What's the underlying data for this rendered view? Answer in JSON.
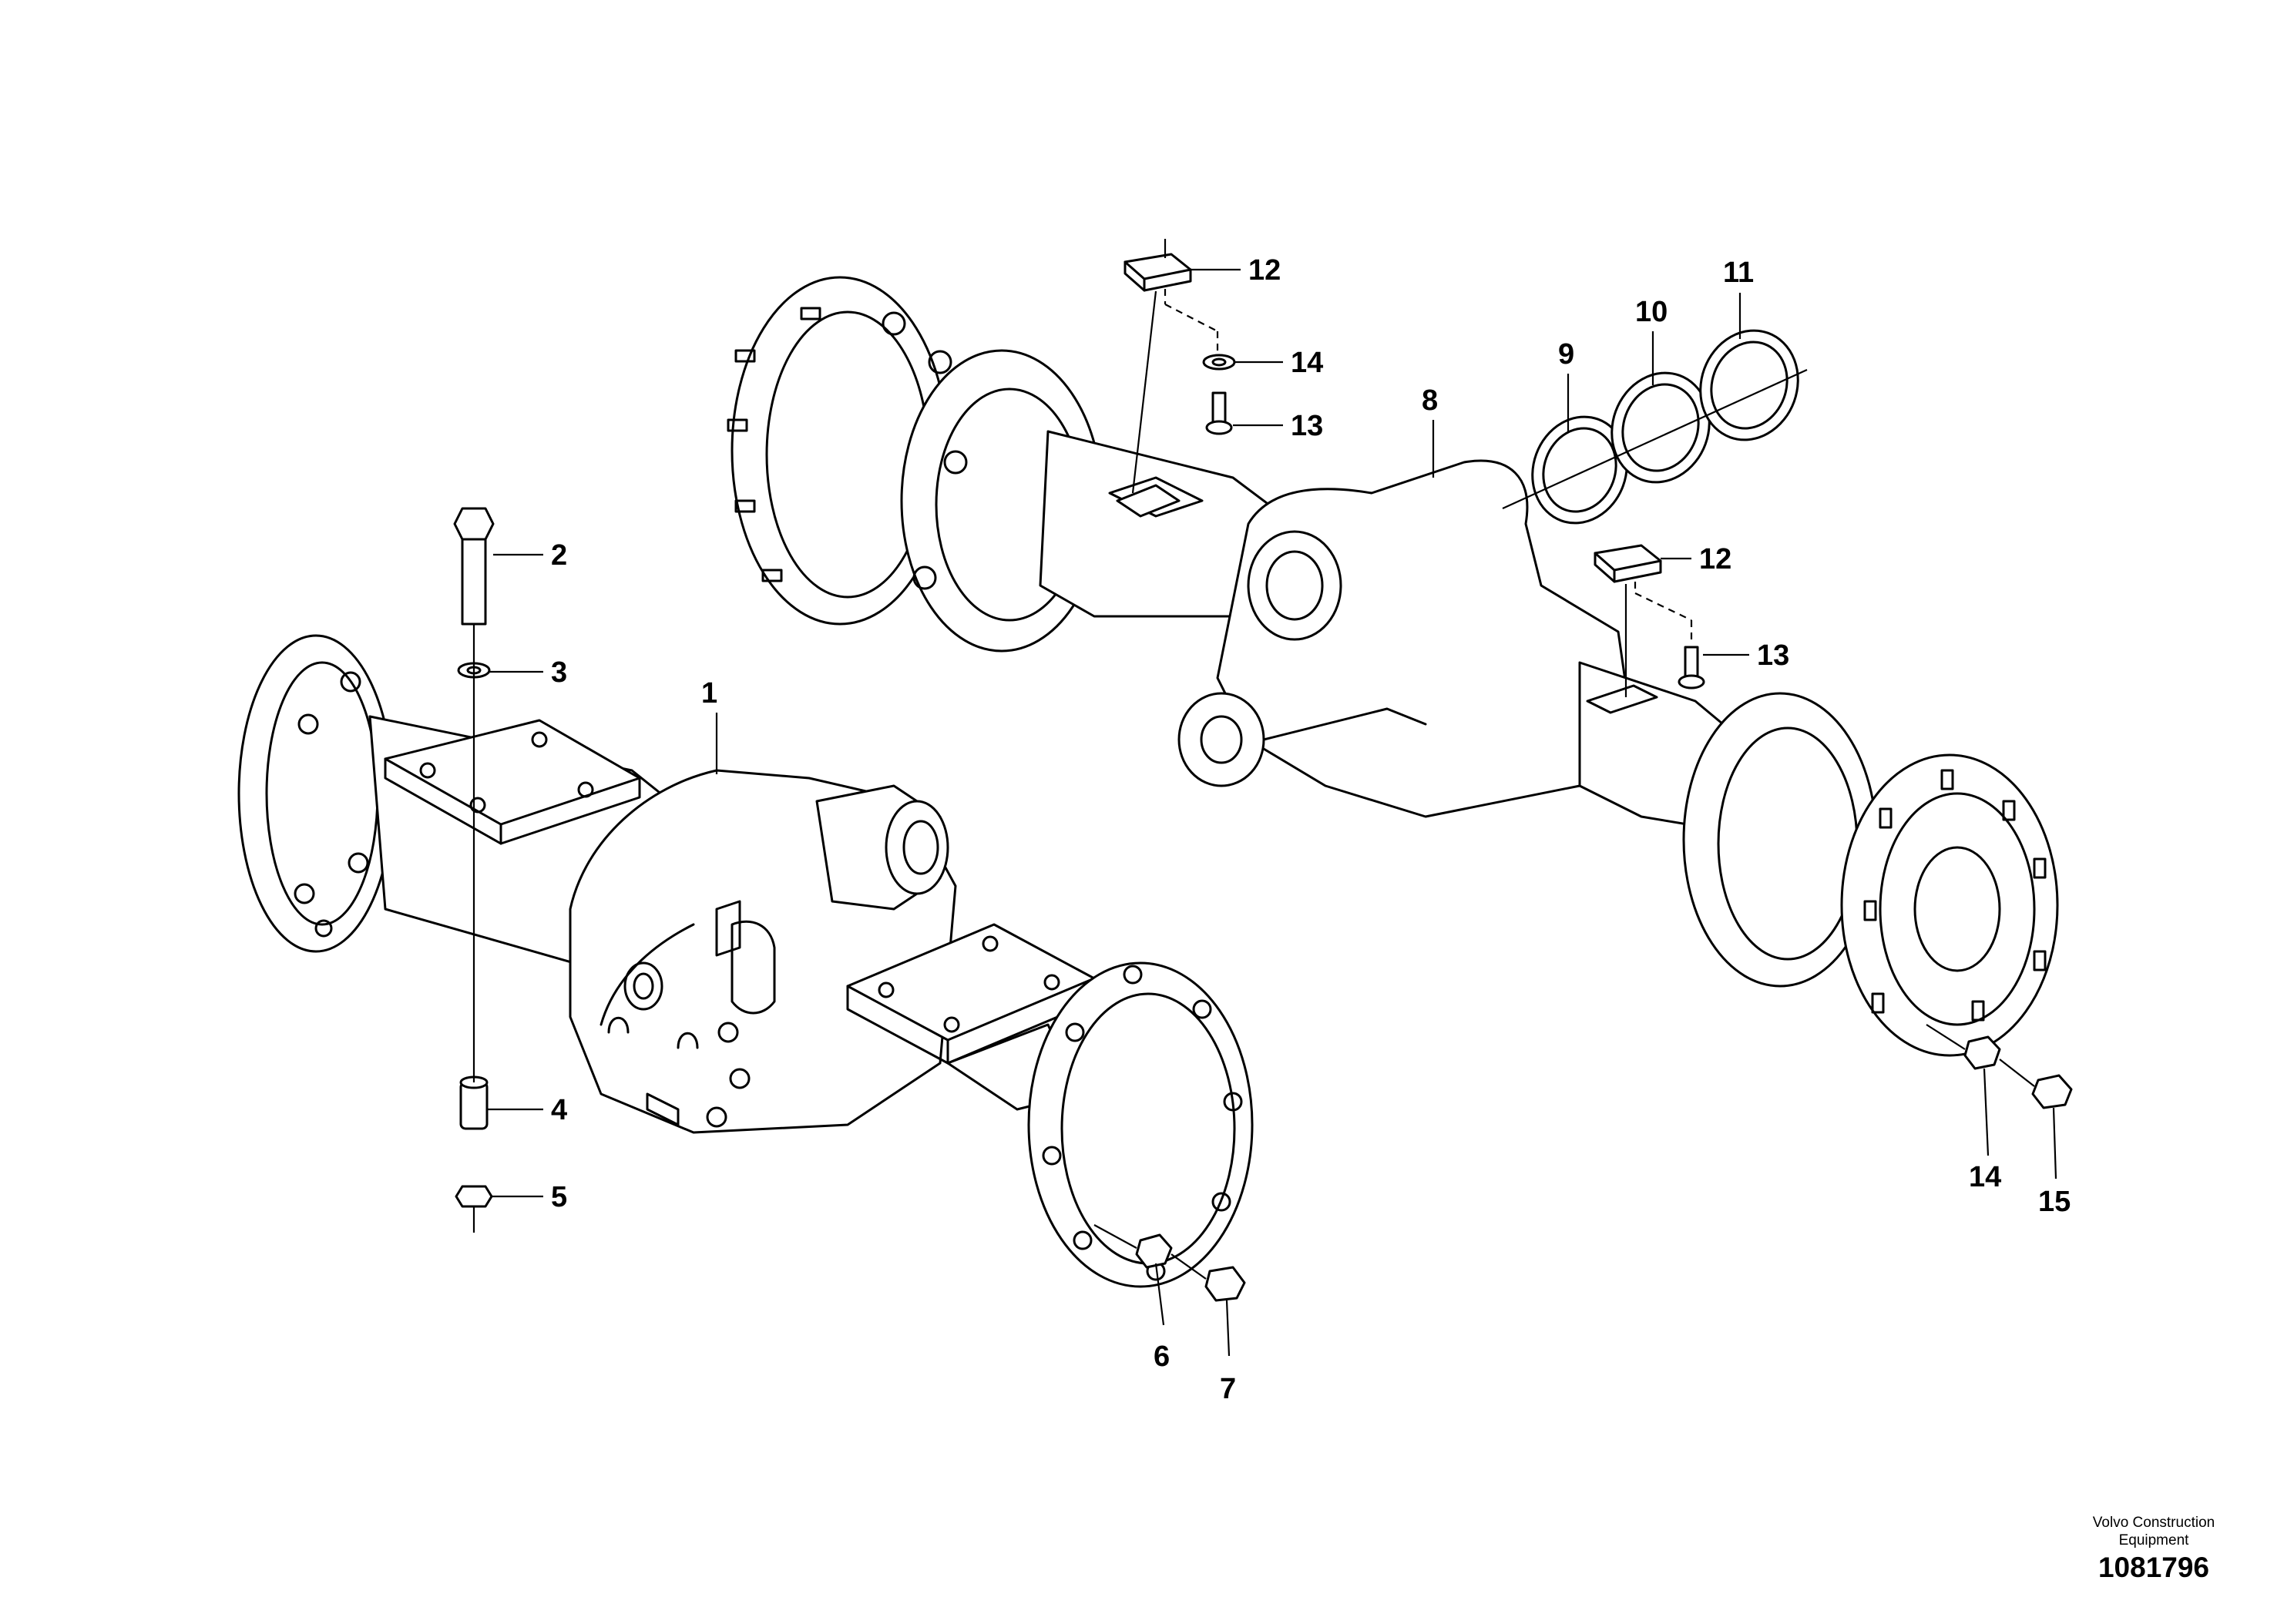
{
  "diagram": {
    "callouts": [
      "1",
      "2",
      "3",
      "4",
      "5",
      "6",
      "7",
      "8",
      "9",
      "10",
      "11",
      "12",
      "12",
      "13",
      "13",
      "14",
      "14",
      "15"
    ]
  },
  "footer": {
    "company_line1": "Volvo Construction",
    "company_line2": "Equipment",
    "drawing_number": "1081796"
  }
}
